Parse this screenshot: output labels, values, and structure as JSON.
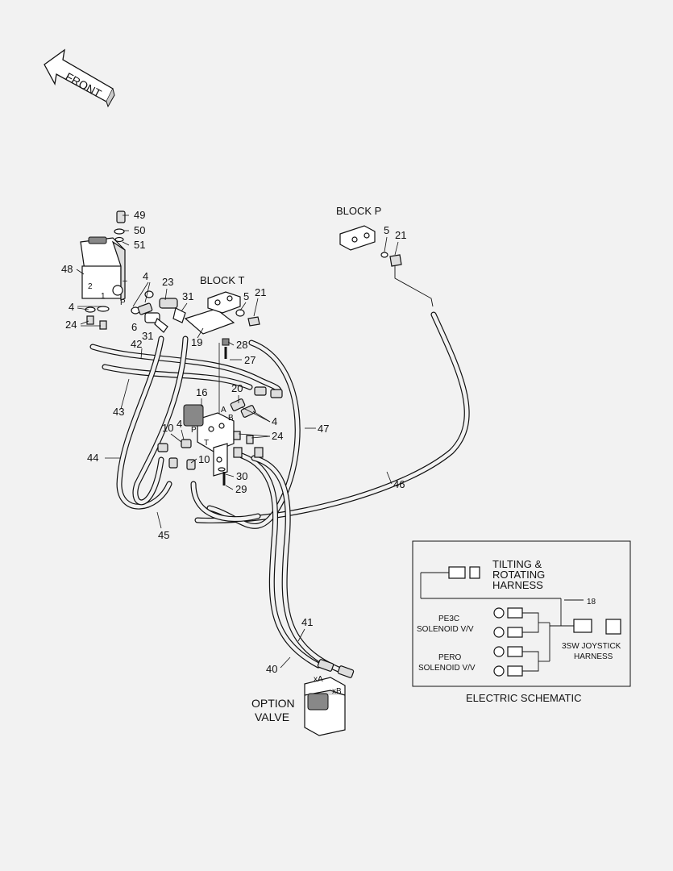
{
  "front_label": "FRONT",
  "block_labels": {
    "block_p": "BLOCK P",
    "block_t": "BLOCK T"
  },
  "port_letters": {
    "two": "2",
    "one": "1",
    "t1": "T",
    "p1": "P",
    "a": "A",
    "b": "B",
    "p2": "P",
    "t2": "T",
    "xa": "xA",
    "xb": "xB"
  },
  "callouts": {
    "c49": "49",
    "c50": "50",
    "c51": "51",
    "c48": "48",
    "c4a": "4",
    "c23": "23",
    "c31a": "31",
    "c4b": "4",
    "c6": "6",
    "c31b": "31",
    "c24a": "24",
    "c42": "42",
    "c43": "43",
    "c19": "19",
    "c5a": "5",
    "c21a": "21",
    "c28": "28",
    "c27": "27",
    "c5b": "5",
    "c21b": "21",
    "c16": "16",
    "c20": "20",
    "c4c": "4",
    "c24b": "24",
    "c47": "47",
    "c10a": "10",
    "c4d": "4",
    "c10b": "10",
    "c44": "44",
    "c30": "30",
    "c29": "29",
    "c46": "46",
    "c45": "45",
    "c41": "41",
    "c40": "40"
  },
  "option_valve": {
    "line1": "OPTION",
    "line2": "VALVE"
  },
  "electric": {
    "title": "ELECTRIC SCHEMATIC",
    "tilting_1": "TILTING &",
    "tilting_2": "ROTATING",
    "tilting_3": "HARNESS",
    "callout_18": "18",
    "pe3c_1": "PE3C",
    "pe3c_2": "SOLENOID V/V",
    "pero_1": "PERO",
    "pero_2": "SOLENOID V/V",
    "joy_1": "3SW JOYSTICK",
    "joy_2": "HARNESS"
  }
}
